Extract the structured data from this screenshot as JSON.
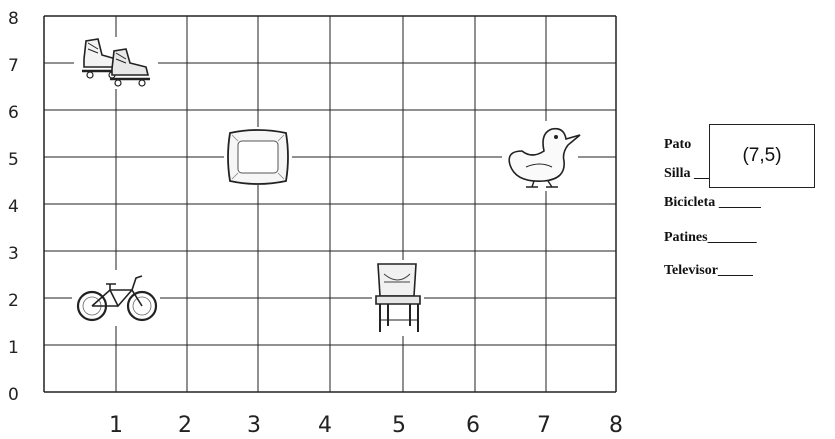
{
  "axes": {
    "x_ticks": [
      "1",
      "2",
      "3",
      "4",
      "5",
      "6",
      "7",
      "8"
    ],
    "y_ticks": [
      "0",
      "1",
      "2",
      "3",
      "4",
      "5",
      "6",
      "7",
      "8"
    ]
  },
  "objects": [
    {
      "icon": "skates-icon",
      "x": 1,
      "y": 7
    },
    {
      "icon": "television-icon",
      "x": 3,
      "y": 5
    },
    {
      "icon": "duck-icon",
      "x": 7,
      "y": 5
    },
    {
      "icon": "bicycle-icon",
      "x": 1,
      "y": 2
    },
    {
      "icon": "chair-icon",
      "x": 5,
      "y": 2
    }
  ],
  "worksheet": {
    "rows": [
      {
        "label": "Pato",
        "blank": ""
      },
      {
        "label": "Silla",
        "blank": "___________"
      },
      {
        "label": "Bicicleta",
        "blank": " ______"
      },
      {
        "label": "Patines",
        "blank": "_______"
      },
      {
        "label": "Televisor",
        "blank": "_____"
      }
    ],
    "answer": "(7,5)"
  }
}
